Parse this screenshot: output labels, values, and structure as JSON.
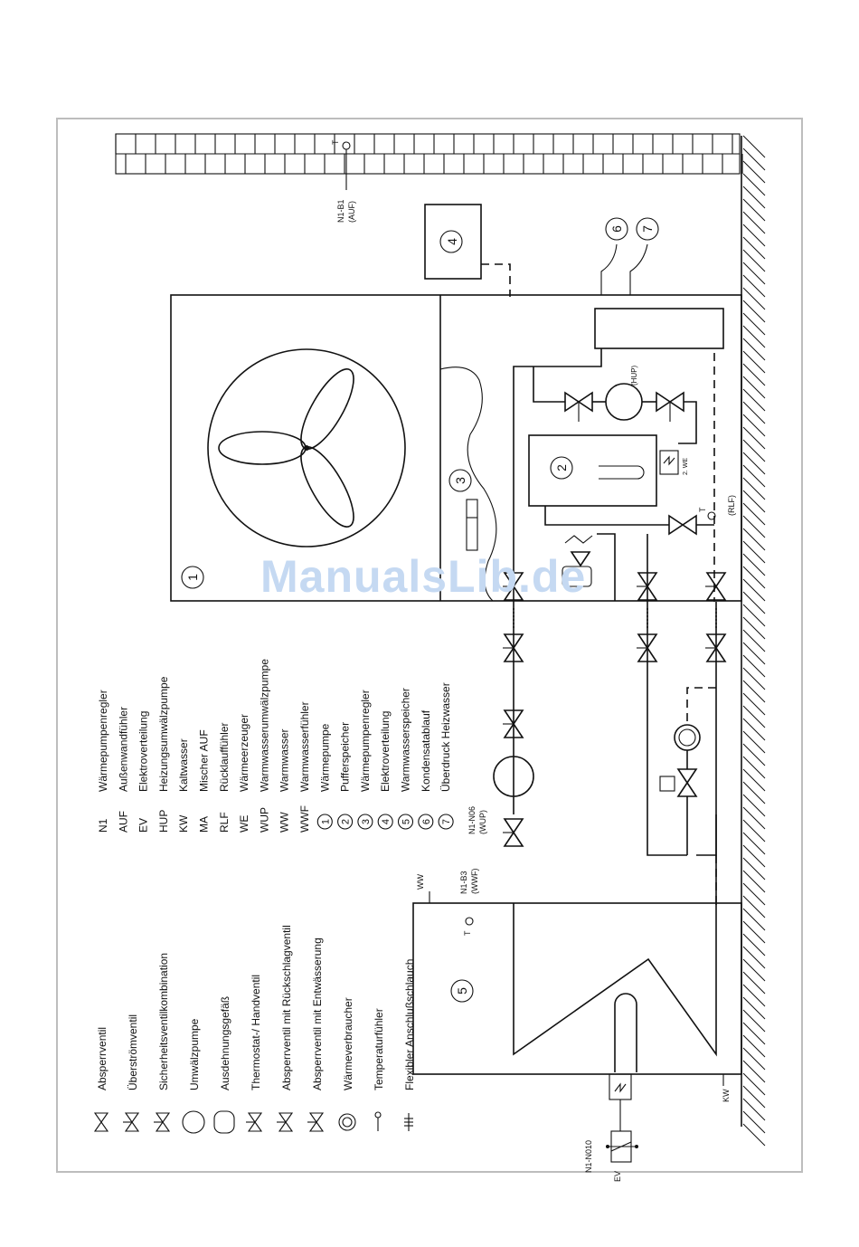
{
  "watermark": "ManualsLib.de",
  "legend_abbrev": [
    {
      "code": "N1",
      "text": "Wärmepumpenregler"
    },
    {
      "code": "AUF",
      "text": "Außenwandfühler"
    },
    {
      "code": "EV",
      "text": "Elektroverteilung"
    },
    {
      "code": "HUP",
      "text": "Heizungsumwälzpumpe"
    },
    {
      "code": "KW",
      "text": "Kaltwasser"
    },
    {
      "code": "MA",
      "text": "Mischer AUF"
    },
    {
      "code": "RLF",
      "text": "Rücklauffühler"
    },
    {
      "code": "WE",
      "text": "Wärmeerzeuger"
    },
    {
      "code": "WUP",
      "text": "Warmwasserumwälzpumpe"
    },
    {
      "code": "WW",
      "text": "Warmwasser"
    },
    {
      "code": "WWF",
      "text": "Warmwasserfühler"
    },
    {
      "code": "1",
      "text": "Wärmepumpe"
    },
    {
      "code": "2",
      "text": "Pufferspeicher"
    },
    {
      "code": "3",
      "text": "Wärmepumpenregler"
    },
    {
      "code": "4",
      "text": "Elektroverteilung"
    },
    {
      "code": "5",
      "text": "Warmwasserspeicher"
    },
    {
      "code": "6",
      "text": "Kondensatablauf"
    },
    {
      "code": "7",
      "text": "Überdruck Heizwasser"
    }
  ],
  "legend_symbols": [
    {
      "icon": "shutoff-valve-icon",
      "text": "Absperrventil"
    },
    {
      "icon": "overflow-valve-icon",
      "text": "Überströmventil"
    },
    {
      "icon": "safety-valve-combination-icon",
      "text": "Sicherheitsventilkombination"
    },
    {
      "icon": "circulation-pump-icon",
      "text": "Umwälzpumpe"
    },
    {
      "icon": "expansion-vessel-icon",
      "text": "Ausdehnungsgefäß"
    },
    {
      "icon": "thermostat-valve-icon",
      "text": "Thermostat-/ Handventil"
    },
    {
      "icon": "check-valve-icon",
      "text": "Absperrventil mit Rückschlagventil"
    },
    {
      "icon": "drain-valve-icon",
      "text": "Absperrventil mit Entwässerung"
    },
    {
      "icon": "heat-consumer-icon",
      "text": "Wärmeverbraucher"
    },
    {
      "icon": "temperature-sensor-icon",
      "text": "Temperaturfühler"
    },
    {
      "icon": "flexible-hose-icon",
      "text": "Flexibler Anschlußschlauch"
    }
  ],
  "labels": {
    "auf_sensor": "N1-B1",
    "auf_sensor_sub": "(AUF)",
    "t": "T",
    "hup": "(HUP)",
    "we2": "2. WE",
    "rlf": "(RLF)",
    "wup_pump": "N1-N06",
    "wup_pump_sub": "(WUP)",
    "wwf_sensor": "N1-B3",
    "wwf_sensor_sub": "(WWF)",
    "ww": "WW",
    "kw": "KW",
    "ev_sensor": "N1-N010",
    "ev": "EV"
  },
  "components": [
    "1",
    "2",
    "3",
    "4",
    "5",
    "6",
    "7"
  ]
}
